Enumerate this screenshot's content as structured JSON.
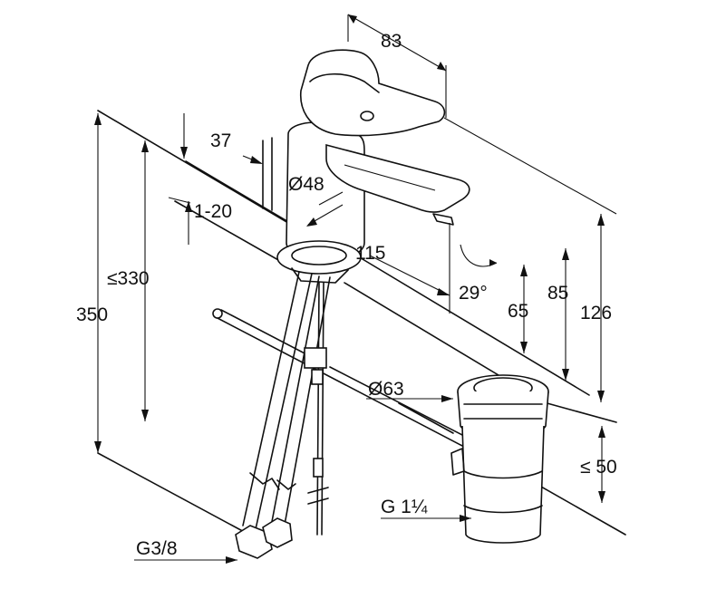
{
  "dimensions": {
    "handle_length": "83",
    "spout_diameter": "Ø48",
    "depth_37": "37",
    "slab_thickness": "1-20",
    "reach_115": "115",
    "spout_angle": "29°",
    "height_65": "65",
    "height_85": "85",
    "height_126": "126",
    "max_330": "≤330",
    "total_350": "350",
    "waste_diameter": "Ø63",
    "waste_max_50": "≤ 50",
    "waste_thread": "G 1¼",
    "hose_thread": "G3/8"
  }
}
